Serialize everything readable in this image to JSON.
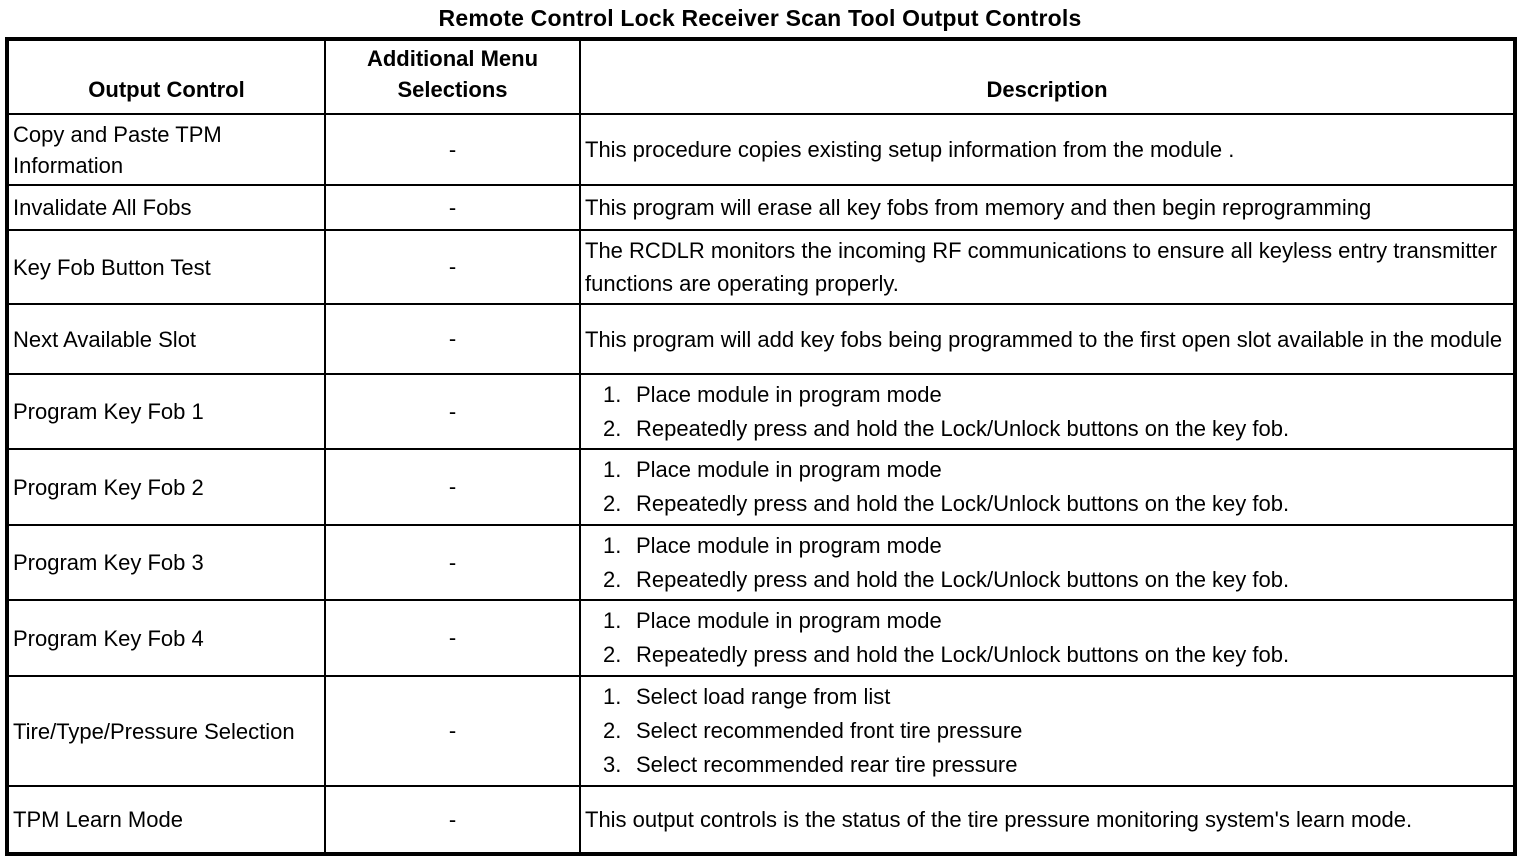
{
  "title": "Remote Control Lock Receiver Scan Tool Output Controls",
  "table": {
    "headers": [
      "Output Control",
      "Additional Menu Selections",
      "Description"
    ],
    "rows": [
      {
        "control": "Copy and Paste TPM Information",
        "menu": "-",
        "desc_type": "text",
        "desc": "This procedure copies existing setup information from the module ."
      },
      {
        "control": "Invalidate All Fobs",
        "menu": "-",
        "desc_type": "text",
        "desc": "This program will erase all key fobs from memory and then begin reprogramming"
      },
      {
        "control": "Key Fob Button Test",
        "menu": "-",
        "desc_type": "text",
        "desc": "The RCDLR monitors the incoming RF communications to ensure all keyless entry transmitter functions are operating properly."
      },
      {
        "control": "Next Available Slot",
        "menu": "-",
        "desc_type": "text",
        "desc": "This program will add key fobs being programmed to the first open slot available in the module"
      },
      {
        "control": "Program Key Fob 1",
        "menu": "-",
        "desc_type": "list",
        "desc_items": [
          "Place module in program mode",
          "Repeatedly press and hold the Lock/Unlock buttons on the key fob."
        ]
      },
      {
        "control": "Program Key Fob 2",
        "menu": "-",
        "desc_type": "list",
        "desc_items": [
          "Place module in program mode",
          "Repeatedly press and hold the Lock/Unlock buttons on the key fob."
        ]
      },
      {
        "control": "Program Key Fob 3",
        "menu": "-",
        "desc_type": "list",
        "desc_items": [
          "Place module in program mode",
          "Repeatedly press and hold the Lock/Unlock buttons on the key fob."
        ]
      },
      {
        "control": "Program Key Fob 4",
        "menu": "-",
        "desc_type": "list",
        "desc_items": [
          "Place module in program mode",
          "Repeatedly press and hold the Lock/Unlock buttons on the key fob."
        ]
      },
      {
        "control": "Tire/Type/Pressure Selection",
        "menu": "-",
        "desc_type": "list",
        "desc_items": [
          "Select load range from list",
          "Select recommended front tire pressure",
          "Select recommended rear tire pressure"
        ]
      },
      {
        "control": "TPM Learn Mode",
        "menu": "-",
        "desc_type": "text",
        "desc": "This output controls is the status of the tire pressure monitoring system's learn mode."
      }
    ]
  }
}
